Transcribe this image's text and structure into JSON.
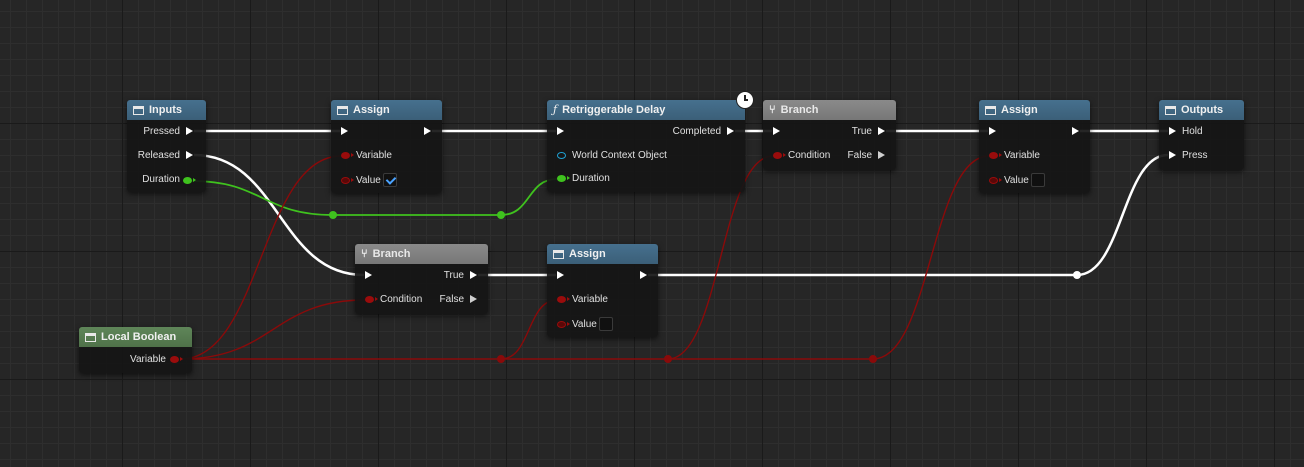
{
  "graph": {
    "colors": {
      "exec_wire": "#ffffff",
      "bool_wire": "#8a0a0a",
      "float_wire": "#3fc21e",
      "object_pin": "#1fa3d6",
      "header_function": "#3f6582",
      "header_flow": "#808080",
      "header_variable": "#587d52"
    },
    "nodes": {
      "inputs": {
        "title": "Inputs",
        "icon": "struct-icon",
        "pins": {
          "pressed": "Pressed",
          "released": "Released",
          "duration": "Duration"
        }
      },
      "assign1": {
        "title": "Assign",
        "icon": "struct-icon",
        "pins": {
          "variable": "Variable",
          "value": "Value"
        },
        "value_checked": true
      },
      "delay": {
        "title": "Retriggerable Delay",
        "icon": "function-icon",
        "latent_icon": "clock-icon",
        "pins": {
          "completed": "Completed",
          "world_context": "World Context Object",
          "duration": "Duration"
        }
      },
      "branch1": {
        "title": "Branch",
        "icon": "branch-icon",
        "pins": {
          "condition": "Condition",
          "true": "True",
          "false": "False"
        }
      },
      "assign3": {
        "title": "Assign",
        "icon": "struct-icon",
        "pins": {
          "variable": "Variable",
          "value": "Value"
        },
        "value_checked": false
      },
      "outputs": {
        "title": "Outputs",
        "icon": "struct-icon",
        "pins": {
          "hold": "Hold",
          "press": "Press"
        }
      },
      "branch2": {
        "title": "Branch",
        "icon": "branch-icon",
        "pins": {
          "condition": "Condition",
          "true": "True",
          "false": "False"
        }
      },
      "assign2": {
        "title": "Assign",
        "icon": "struct-icon",
        "pins": {
          "variable": "Variable",
          "value": "Value"
        },
        "value_checked": false
      },
      "local_bool": {
        "title": "Local Boolean",
        "icon": "struct-icon",
        "pins": {
          "variable": "Variable"
        }
      }
    }
  }
}
